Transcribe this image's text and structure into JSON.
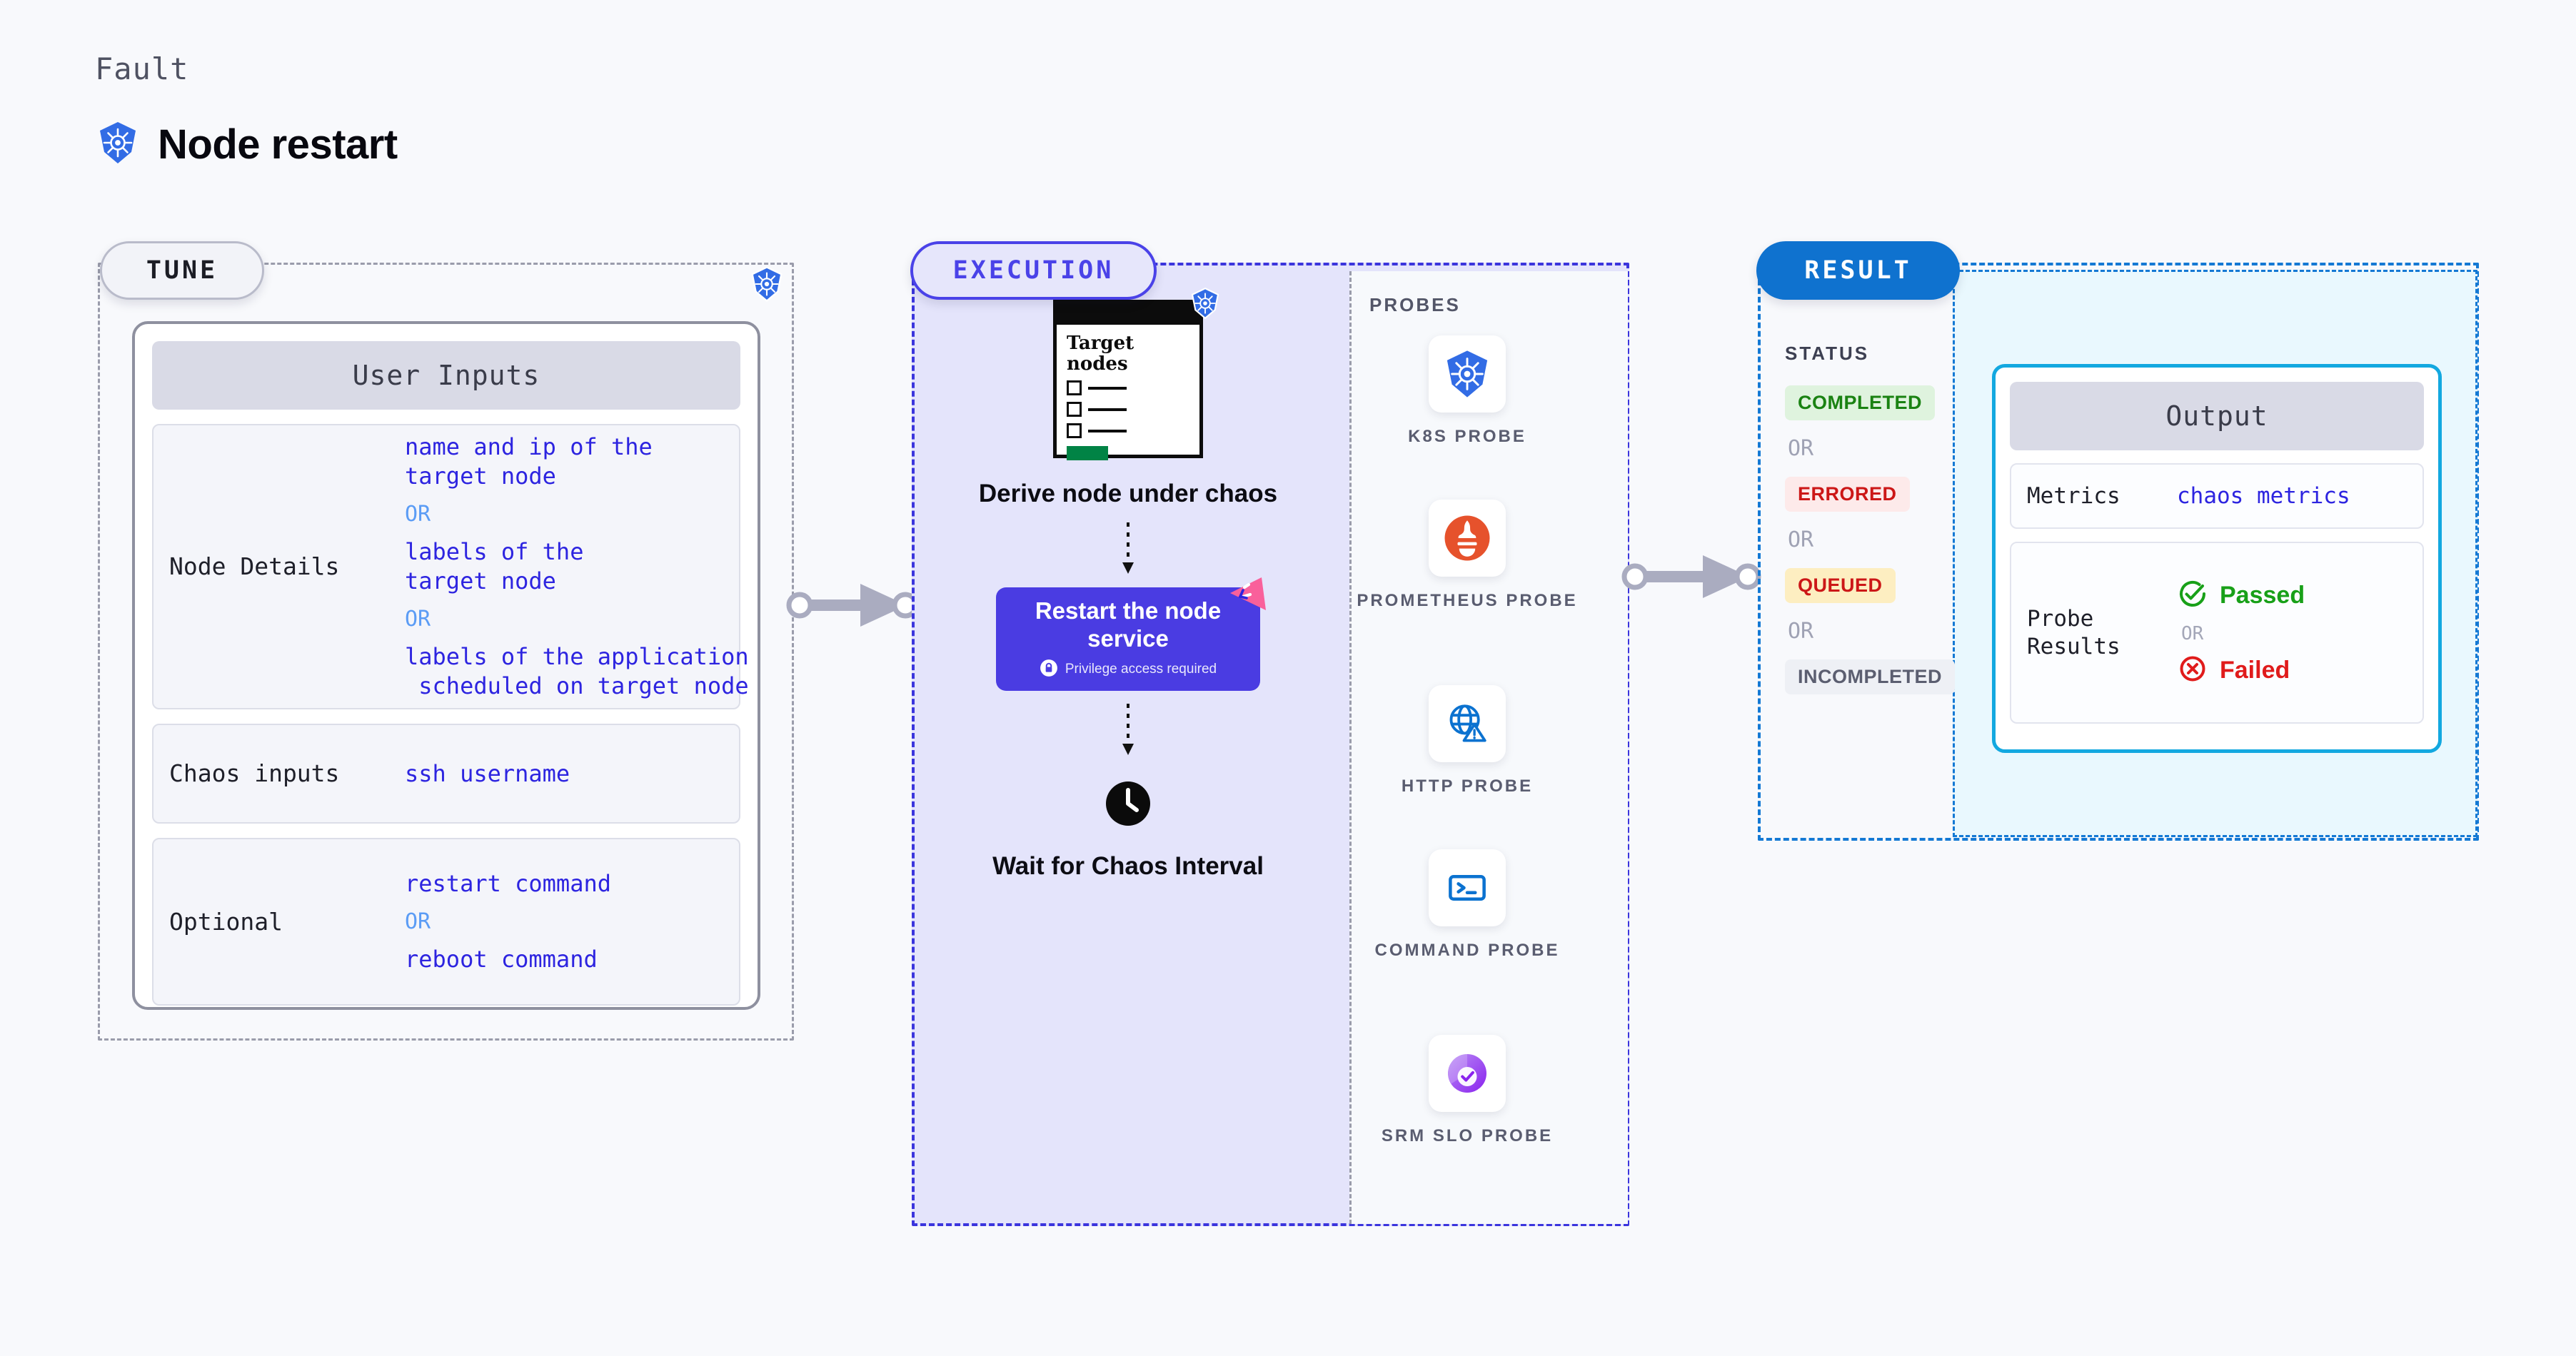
{
  "header": {
    "kicker": "Fault",
    "title": "Node restart",
    "logo_icon": "kubernetes-icon"
  },
  "colors": {
    "page_bg": "#f8f9fc",
    "tune_accent": "#9a9cab",
    "execution_accent": "#3b35dd",
    "execution_bg": "#e4e4fb",
    "result_accent": "#1479d4",
    "output_accent": "#13a8e0",
    "output_bg": "#e9f8fe",
    "mono_value": "#2d24e0",
    "or_blue": "#5b9cf5",
    "chaos_action": "#4a3ce2",
    "flag_pink": "#f9609b"
  },
  "tune": {
    "tab_label": "TUNE",
    "panel_title": "User Inputs",
    "rows": [
      {
        "key": "Node Details",
        "values": [
          "name and ip of the\ntarget node",
          "labels of the\ntarget node",
          "labels of the application\n scheduled on target node"
        ],
        "separator": "OR"
      },
      {
        "key": "Chaos inputs",
        "values": [
          "ssh username"
        ],
        "separator": ""
      },
      {
        "key": "Optional",
        "values": [
          "restart command",
          "reboot command"
        ],
        "separator": "OR"
      }
    ]
  },
  "execution": {
    "tab_label": "EXECUTION",
    "target_card": {
      "heading": "Target\nnodes",
      "checkbox_count": 3
    },
    "steps": [
      {
        "caption": "Derive node under\nchaos"
      },
      {
        "caption": "Restart the node\nservice",
        "privilege_note": "Privilege access required",
        "privilege_icon": "lock-icon",
        "revert_flag_icon": "revert-flag-icon"
      },
      {
        "caption": "Wait for Chaos\nInterval",
        "icon": "clock-icon"
      }
    ]
  },
  "probes": {
    "title": "PROBES",
    "items": [
      {
        "label": "K8S PROBE",
        "icon": "kubernetes-icon"
      },
      {
        "label": "PROMETHEUS\nPROBE",
        "icon": "prometheus-icon"
      },
      {
        "label": "HTTP PROBE",
        "icon": "globe-warning-icon"
      },
      {
        "label": "COMMAND\nPROBE",
        "icon": "terminal-icon"
      },
      {
        "label": "SRM SLO\nPROBE",
        "icon": "srm-slo-icon"
      }
    ]
  },
  "result": {
    "tab_label": "RESULT",
    "status_title": "STATUS",
    "or_label": "OR",
    "statuses": [
      {
        "label": "COMPLETED",
        "tone": "success"
      },
      {
        "label": "ERRORED",
        "tone": "error"
      },
      {
        "label": "QUEUED",
        "tone": "warning"
      },
      {
        "label": "INCOMPLETED",
        "tone": "neutral"
      }
    ],
    "output": {
      "panel_title": "Output",
      "metrics_key": "Metrics",
      "metrics_value": "chaos metrics",
      "probe_results_key": "Probe\nResults",
      "passed_label": "Passed",
      "failed_label": "Failed",
      "or_label": "OR",
      "passed_icon": "check-circle-icon",
      "failed_icon": "x-circle-icon"
    }
  }
}
